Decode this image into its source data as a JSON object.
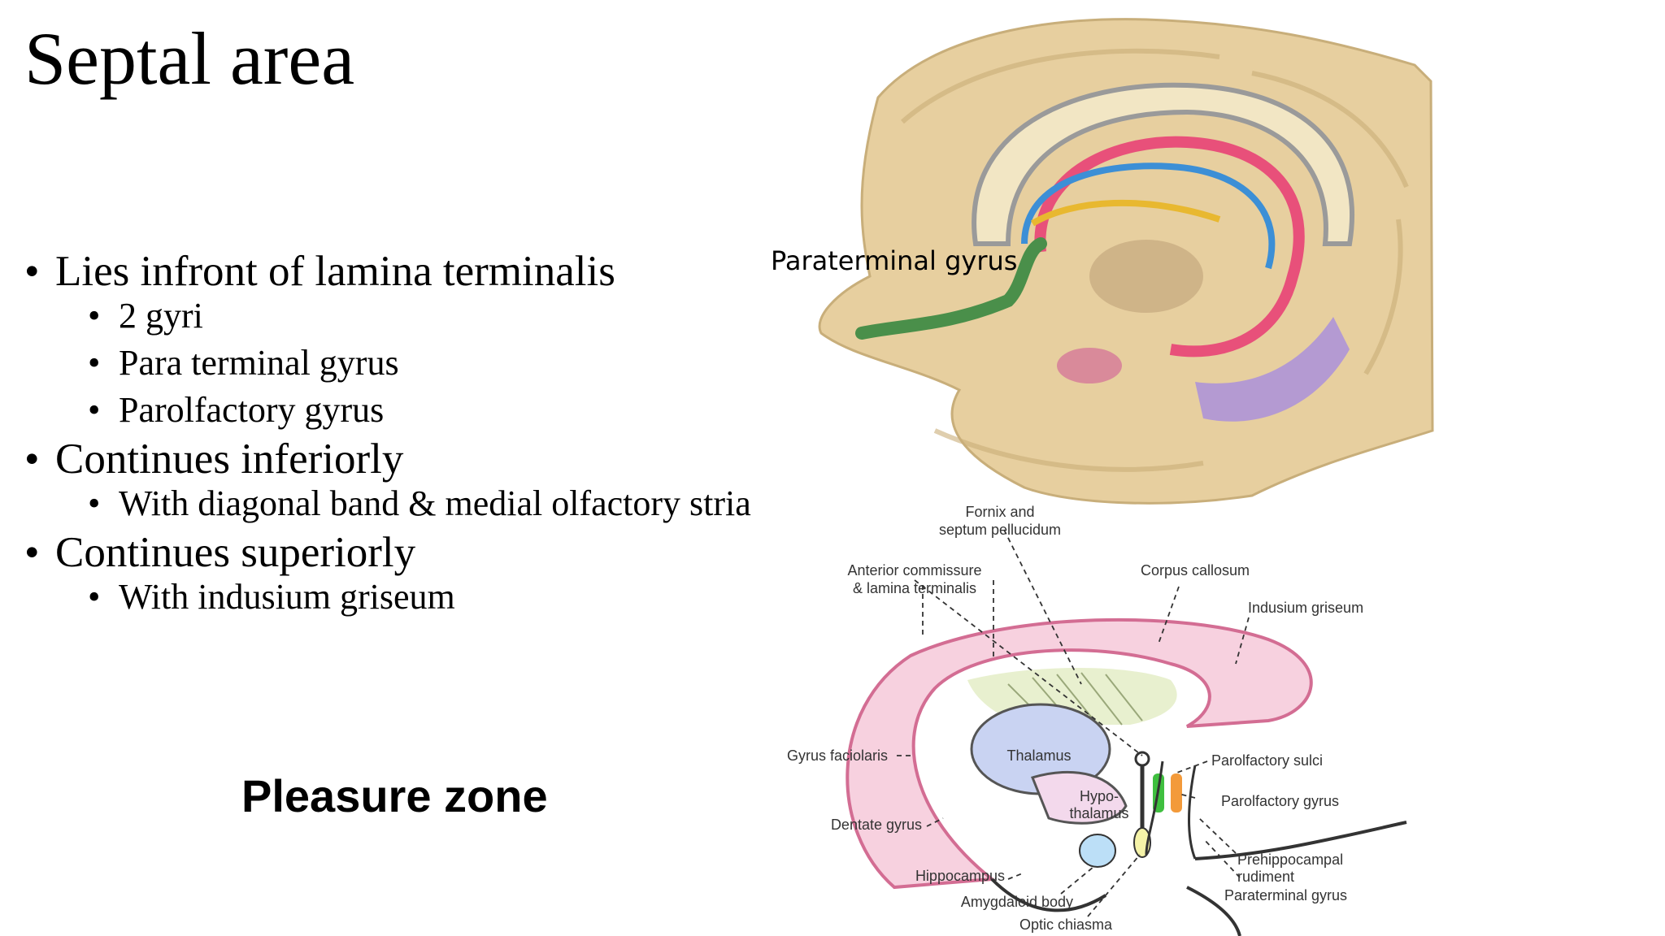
{
  "slide": {
    "title": "Septal area",
    "bullets": [
      {
        "text": "Lies infront of lamina terminalis",
        "sub": [
          "2 gyri",
          "Para terminal gyrus",
          "Parolfactory gyrus"
        ]
      },
      {
        "text": "Continues inferiorly",
        "sub": [
          "With diagonal band & medial olfactory stria"
        ]
      },
      {
        "text": "Continues superiorly",
        "sub": [
          "With indusium griseum"
        ]
      }
    ],
    "emphasis": "Pleasure zone"
  },
  "figure_top": {
    "overlay_label": "Paraterminal  gyrus"
  },
  "figure_bottom": {
    "labels": {
      "fornix_1": "Fornix and",
      "fornix_2": "septum pellucidum",
      "anterior_1": "Anterior commissure",
      "anterior_2": "& lamina terminalis",
      "corpus_callosum": "Corpus callosum",
      "indusium": "Indusium griseum",
      "gyrus_faciolaris": "Gyrus faciolaris",
      "thalamus": "Thalamus",
      "hypo_1": "Hypo-",
      "hypo_2": "thalamus",
      "parolfactory_sulci": "Parolfactory sulci",
      "parolfactory_gyrus": "Parolfactory gyrus",
      "dentate": "Dentate gyrus",
      "prehippo_1": "Prehippocampal",
      "prehippo_2": "rudiment",
      "paraterminal": "Paraterminal gyrus",
      "hippocampus": "Hippocampus",
      "amygdaloid": "Amygdaloid body",
      "optic_chiasma": "Optic chiasma"
    }
  },
  "colors": {
    "brain_tan": "#e7cf9f",
    "corpus_callosum_pink": "#f3a6c4",
    "thalamus_blue": "#c9d3f2",
    "hypothalamus_pink": "#f3d9ec",
    "septum_green": "#e6f0cf",
    "paraterminal_green": "#3fbf3f",
    "parolfactory_orange": "#f39a3a",
    "amygdala_blue": "#bcdff7"
  }
}
